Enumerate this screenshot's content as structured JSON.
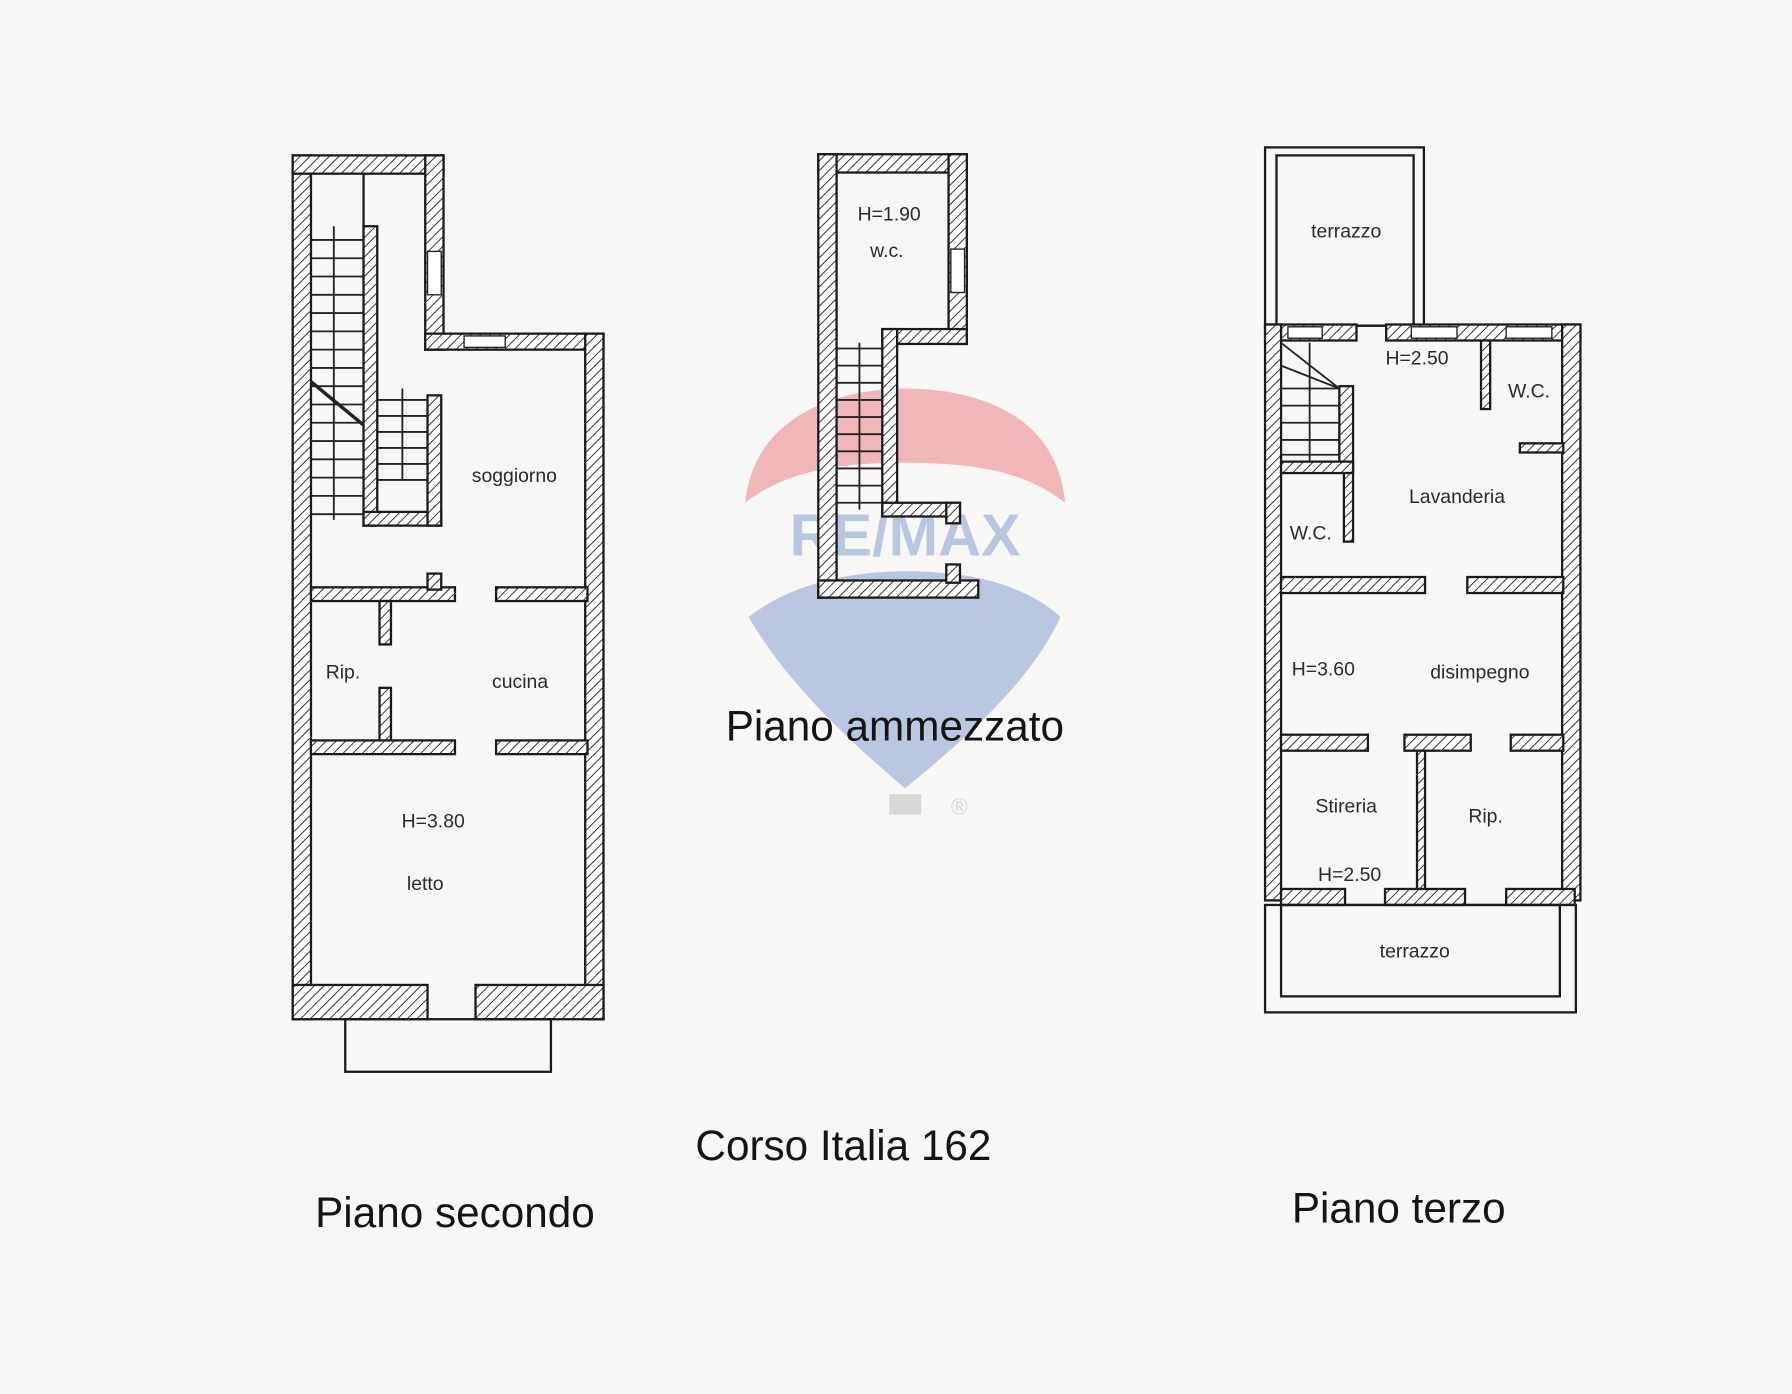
{
  "document": {
    "address": "Corso Italia 162",
    "watermark": {
      "brand": "RE/MAX",
      "registered_mark": "®",
      "colors": {
        "red": "#e4151f",
        "blue": "#1c4aa8"
      }
    }
  },
  "floors": [
    {
      "id": "piano-secondo",
      "title": "Piano secondo",
      "rooms": [
        {
          "label": "soggiorno"
        },
        {
          "label": "Rip."
        },
        {
          "label": "cucina"
        },
        {
          "label": "H=3.80"
        },
        {
          "label": "letto"
        }
      ]
    },
    {
      "id": "piano-ammezzato",
      "title": "Piano ammezzato",
      "rooms": [
        {
          "label": "H=1.90"
        },
        {
          "label": "w.c."
        }
      ]
    },
    {
      "id": "piano-terzo",
      "title": "Piano terzo",
      "rooms": [
        {
          "label": "terrazzo"
        },
        {
          "label": "H=2.50"
        },
        {
          "label": "W.C."
        },
        {
          "label": "Lavanderia"
        },
        {
          "label": "W.C."
        },
        {
          "label": "H=3.60"
        },
        {
          "label": "disimpegno"
        },
        {
          "label": "Stireria"
        },
        {
          "label": "Rip."
        },
        {
          "label": "H=2.50"
        },
        {
          "label": "terrazzo"
        }
      ]
    }
  ]
}
